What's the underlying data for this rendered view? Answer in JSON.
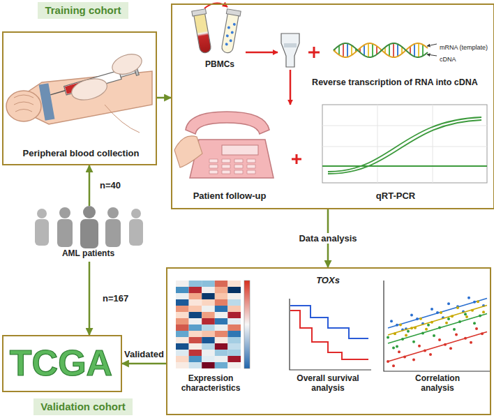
{
  "diagram": {
    "nodes": [
      {
        "text": [
          "Training cohort"
        ]
      },
      {
        "text": [
          "Peripheral blood collection"
        ]
      },
      {
        "text": [
          "PBMCs",
          "Reverse transcription of RNA into cDNA",
          "mRNA (template)",
          "cDNA",
          "Patient follow-up",
          "qRT-PCR"
        ]
      },
      {
        "text": [
          "AML patients"
        ]
      },
      {
        "text": [
          "TCGA"
        ]
      },
      {
        "text": [
          "Validation cohort"
        ]
      },
      {
        "text": [
          "Expression characteristics",
          "TOXs",
          "Overall survival analysis",
          "Correlation analysis"
        ]
      }
    ],
    "edges": [
      {
        "from": 1,
        "to": 2,
        "arrow": "to"
      },
      {
        "from": 3,
        "to": 1,
        "label": "n=40",
        "arrow": "to"
      },
      {
        "from": 3,
        "to": 4,
        "label": "n=167",
        "arrow": "to"
      },
      {
        "from": 2,
        "to": 6,
        "label": "Data analysis",
        "arrow": "to"
      },
      {
        "from": 6,
        "to": 4,
        "label": "Validated",
        "arrow": "to"
      }
    ]
  }
}
